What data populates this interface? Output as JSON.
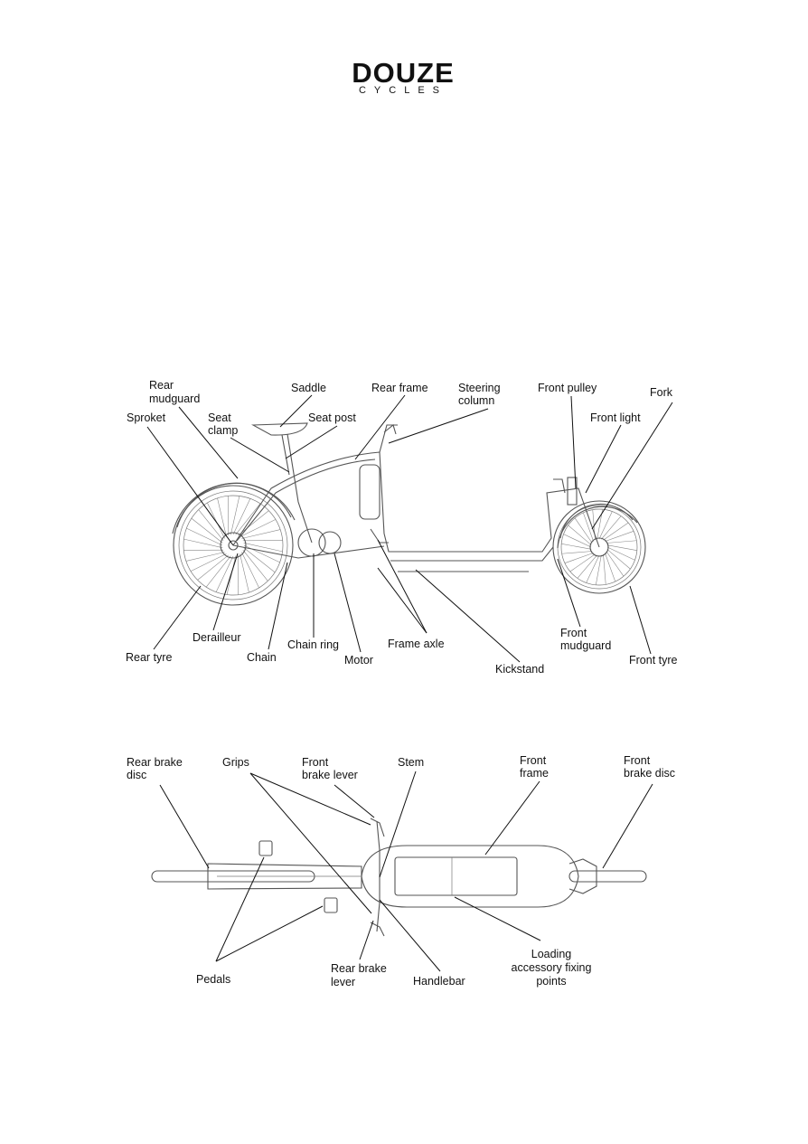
{
  "brand": {
    "name": "DOUZE",
    "sub": "CYCLES"
  },
  "side_view": {
    "labels": {
      "rear_mudguard": [
        "Rear",
        "mudguard"
      ],
      "saddle": "Saddle",
      "rear_frame": "Rear frame",
      "steering_column": [
        "Steering",
        "column"
      ],
      "front_pulley": "Front pulley",
      "fork": "Fork",
      "sproket": "Sproket",
      "seat_clamp": [
        "Seat",
        "clamp"
      ],
      "seat_post": "Seat post",
      "front_light": "Front light",
      "derailleur": "Derailleur",
      "chain_ring": "Chain ring",
      "frame_axle": "Frame axle",
      "front_mudguard": [
        "Front",
        "mudguard"
      ],
      "rear_tyre": "Rear tyre",
      "chain": "Chain",
      "motor": "Motor",
      "kickstand": "Kickstand",
      "front_tyre": "Front tyre"
    }
  },
  "top_view": {
    "labels": {
      "rear_brake_disc": [
        "Rear brake",
        "disc"
      ],
      "grips": "Grips",
      "front_brake_lever": [
        "Front",
        "brake lever"
      ],
      "stem": "Stem",
      "front_frame": [
        "Front",
        "frame"
      ],
      "front_brake_disc": [
        "Front",
        "brake disc"
      ],
      "loading_points": [
        "Loading",
        "accessory fixing",
        "points"
      ],
      "pedals": "Pedals",
      "rear_brake_lever": [
        "Rear brake",
        "lever"
      ],
      "handlebar": "Handlebar"
    }
  }
}
